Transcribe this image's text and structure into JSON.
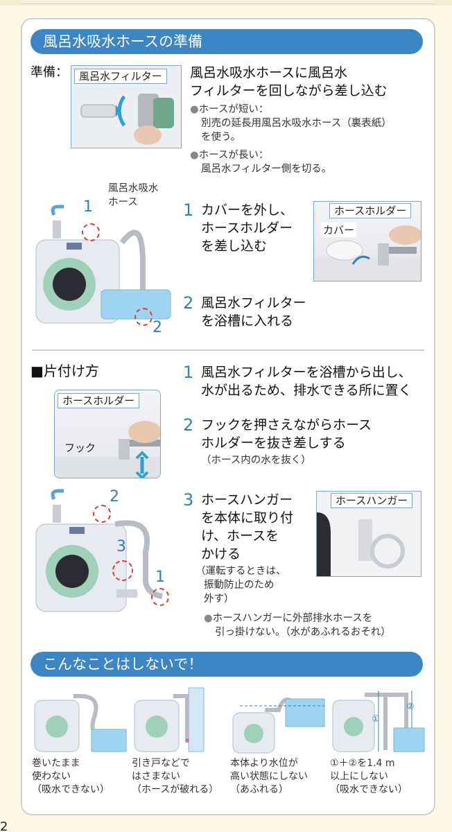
{
  "prep": {
    "title": "風呂水吸水ホースの準備",
    "label": "準備：",
    "photo_label": "風呂水フィルター",
    "heading_line1": "風呂水吸水ホースに風呂水",
    "heading_line2": "フィルターを回しながら差し込む",
    "note1_line1": "ホースが短い：",
    "note1_line2": "別売の延長用風呂水吸水ホース（裏表紙）",
    "note1_line3": "を使う。",
    "note2_line1": "ホースが長い：",
    "note2_line2": "風呂水フィルター側を切る。",
    "illus_label_line1": "風呂水吸水",
    "illus_label_line2": "ホース",
    "illus_num1": "1",
    "illus_num2": "2",
    "step1_num": "1",
    "step1_line1": "カバーを外し、",
    "step1_line2": "ホースホルダー",
    "step1_line3": "を差し込む",
    "step1_photo_label1": "ホースホルダー",
    "step1_photo_label2": "カバー",
    "step2_num": "2",
    "step2_line1": "風呂水フィルター",
    "step2_line2": "を浴槽に入れる"
  },
  "cleanup": {
    "title": "■片付け方",
    "photo_label1": "ホースホルダー",
    "photo_label2": "フック",
    "illus_num2": "2",
    "illus_num3": "3",
    "illus_num1": "1",
    "step1_num": "1",
    "step1_line1": "風呂水フィルターを浴槽から出し、",
    "step1_line2": "水が出るため、排水できる所に置く",
    "step2_num": "2",
    "step2_line1": "フックを押さえながらホース",
    "step2_line2": "ホルダーを抜き差しする",
    "step2_sub": "（ホース内の水を抜く）",
    "step3_num": "3",
    "step3_line1": "ホースハンガー",
    "step3_line2": "を本体に取り付",
    "step3_line3": "け、ホースを",
    "step3_line4": "かける",
    "step3_sub1": "（運転するときは、",
    "step3_sub2": "振動防止のため",
    "step3_sub3": "外す）",
    "step3_photo_label": "ホースハンガー",
    "note_line1": "ホースハンガーに外部排水ホースを",
    "note_line2": "引っ掛けない。（水があふれるおそれ）"
  },
  "dont": {
    "title": "こんなことはしないで！",
    "items": [
      {
        "line1": "巻いたまま",
        "line2": "使わない",
        "line3": "（吸水できない）"
      },
      {
        "line1": "引き戸などで",
        "line2": "はさまない",
        "line3": "（ホースが破れる）"
      },
      {
        "line1": "本体より水位が",
        "line2": "高い状態にしない",
        "line3": "（あふれる）"
      },
      {
        "line1": "①＋②を1.4 m",
        "line2": "以上にしない",
        "line3": "（吸水できない）"
      }
    ],
    "circle1": "①",
    "circle2": "②"
  },
  "page_number": "2",
  "colors": {
    "accent": "#3d86c6",
    "number_blue": "#2f7fc3",
    "warn_ring": "#e03a3a"
  }
}
